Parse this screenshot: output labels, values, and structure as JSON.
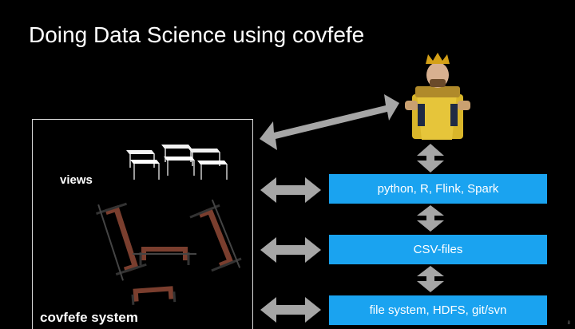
{
  "slide": {
    "title": "Doing Data Science using covfefe",
    "page_number": "8"
  },
  "system": {
    "label": "covfefe system",
    "views_label": "views"
  },
  "layers": [
    {
      "label": "python, R, Flink, Spark"
    },
    {
      "label": "CSV-files"
    },
    {
      "label": "file system, HDFS, git/svn"
    }
  ],
  "colors": {
    "background": "#000000",
    "layer_fill": "#1aa3f0",
    "arrow": "#a6a6a6",
    "box_border": "#d9d9d9"
  },
  "icons": {
    "user": "king-figure-icon",
    "views": "tables-icon",
    "clamps": "clamp-icon"
  }
}
